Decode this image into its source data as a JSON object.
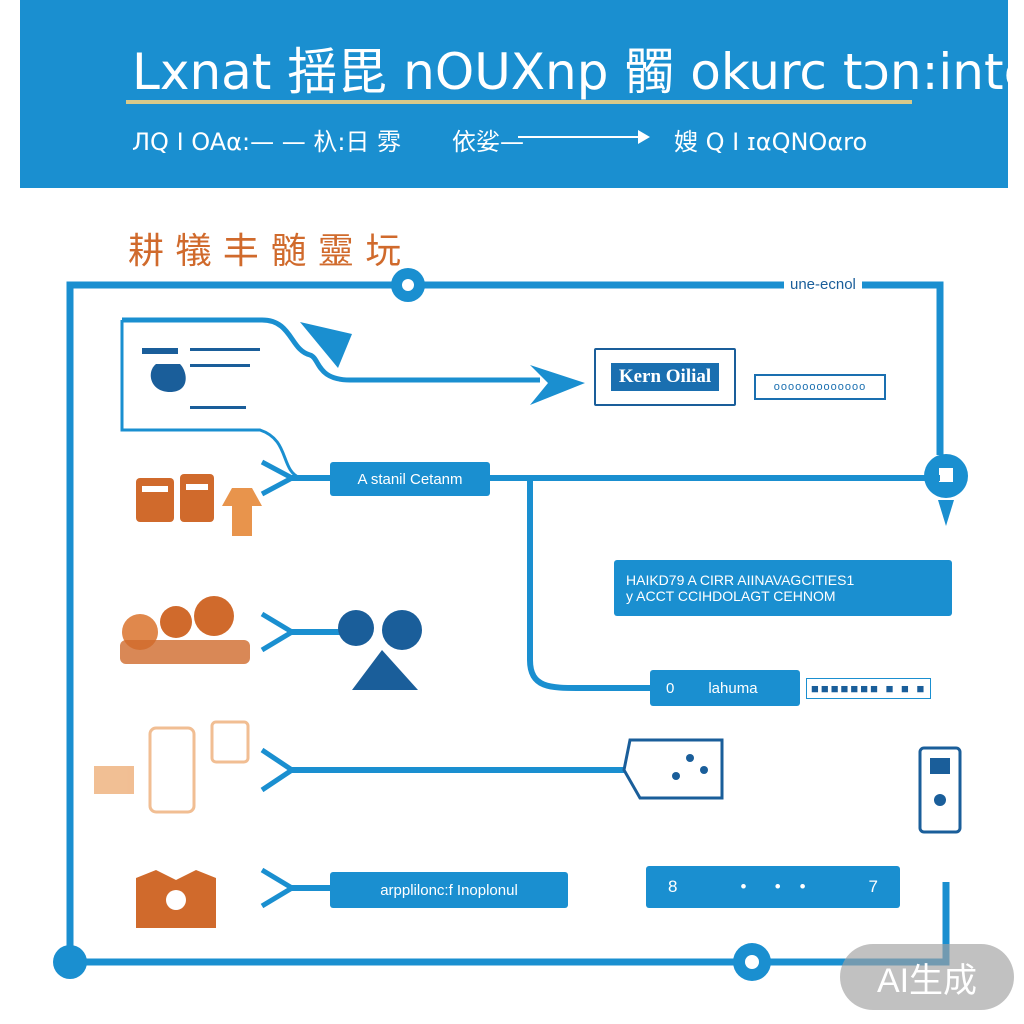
{
  "header": {
    "title": "Lxnat 揺毘 nOUXnp 髑 okurc tɔn:inte",
    "subtitle_left": "ЛQ I OAα:— — 杁:日 雰",
    "subtitle_mid": "依娑—",
    "subtitle_right": "嫂 Q I ɪαQNOαro"
  },
  "section_title": "耕 犠 丰 髄 靈 坃",
  "top_right_label": "une-ecnol",
  "kern_label": "Kern Oilial",
  "bar_label": "ooooooooooooo",
  "boxes": {
    "center": "A stanil Cetanm",
    "info_line1": "HAIKD79 A CIRR AIINAVAGCITIES1",
    "info_line2": "y ACCT CCIHDOLAGT      CEHNOM",
    "lahuma": "lahuma",
    "lahuma_num": "0",
    "lahuma_dots": "■■■■■■■ ■ ■ ■",
    "bottom_box": "arpplilonc:f Inoplonul",
    "bottom_right_start": "8",
    "bottom_right_end": "7"
  },
  "colors": {
    "primary_blue": "#1a8fd0",
    "dark_blue": "#1a5e9a",
    "accent_orange": "#d06a2c",
    "rule_gold": "#d8c98a"
  },
  "icons": [
    "document-icon",
    "building-icon",
    "people-icon",
    "map-icon",
    "gear-icon",
    "phone-icon",
    "truck-icon"
  ],
  "watermark": "AI生成"
}
